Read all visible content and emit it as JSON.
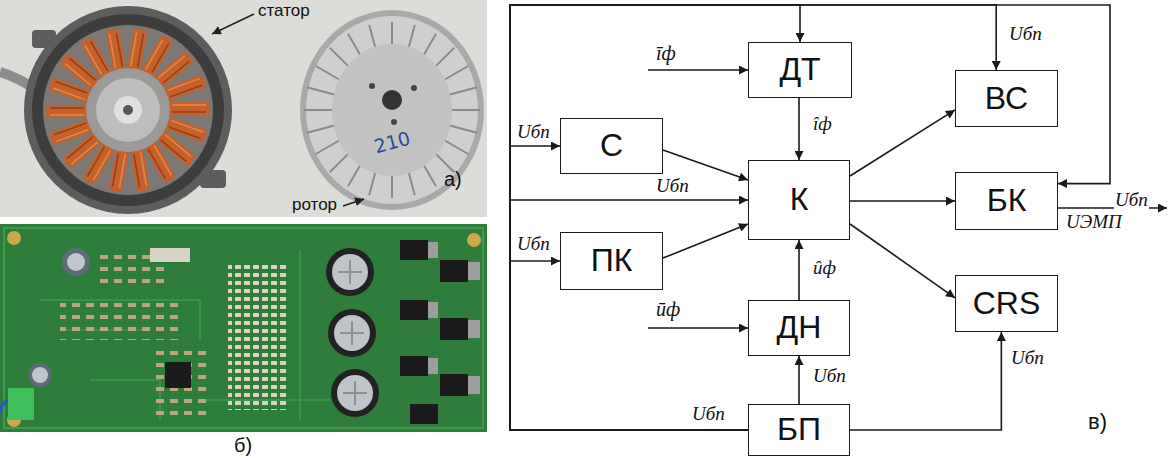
{
  "diagram": {
    "nodes": [
      {
        "text": [
          "ДТ"
        ]
      },
      {
        "text": [
          "ВС"
        ]
      },
      {
        "text": [
          "С"
        ]
      },
      {
        "text": [
          "К"
        ]
      },
      {
        "text": [
          "БК"
        ]
      },
      {
        "text": [
          "ПК"
        ]
      },
      {
        "text": [
          "CRS"
        ]
      },
      {
        "text": [
          "ДН"
        ]
      },
      {
        "text": [
          "БП"
        ]
      }
    ],
    "edges": [
      {
        "from": 2,
        "to": 3,
        "arrow": "to"
      },
      {
        "from": 5,
        "to": 3,
        "arrow": "to"
      },
      {
        "from": 0,
        "to": 3,
        "label": "îф",
        "arrow": "to"
      },
      {
        "from": 7,
        "to": 3,
        "label": "ûф",
        "arrow": "to"
      },
      {
        "from": 3,
        "to": 1,
        "arrow": "to"
      },
      {
        "from": 3,
        "to": 4,
        "arrow": "to"
      },
      {
        "from": 3,
        "to": 6,
        "arrow": "to"
      },
      {
        "from": 8,
        "to": 7,
        "label": "Uбп",
        "arrow": "to"
      },
      {
        "from": 8,
        "to": 6,
        "label": "Uбп",
        "arrow": "to"
      },
      {
        "from": 8,
        "to": 2,
        "label": "Uбп",
        "arrow": "to"
      },
      {
        "from": 8,
        "to": 3,
        "label": "Uбп",
        "arrow": "to"
      },
      {
        "from": 8,
        "to": 5,
        "label": "Uбп",
        "arrow": "to"
      },
      {
        "from": 8,
        "to": 0,
        "arrow": "to"
      },
      {
        "from": 8,
        "to": 1,
        "label": "Uбп",
        "arrow": "to"
      },
      {
        "from": 8,
        "to": 4,
        "label": "Uбп",
        "arrow": "to"
      }
    ],
    "labels": [
      "статор",
      "ротор",
      "210",
      "а)",
      "б)",
      "īф",
      "Uбп",
      "ūф",
      "UЭМП",
      "в)"
    ]
  }
}
